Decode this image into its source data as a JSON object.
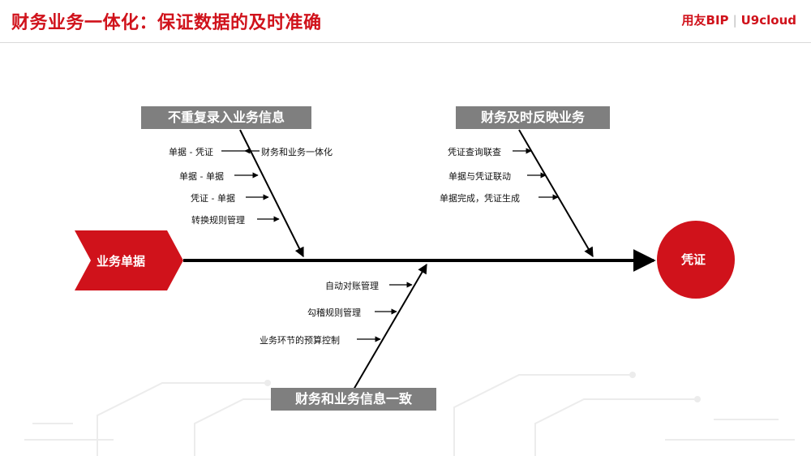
{
  "header": {
    "title": "财务业务一体化：保证数据的及时准确",
    "brand_left": "用友BIP",
    "brand_sep": "|",
    "brand_right": "U9cloud"
  },
  "diagram": {
    "start_label": "业务单据",
    "end_label": "凭证",
    "branch_top_left": {
      "title": "不重复录入业务信息",
      "items": [
        "单据 - 凭证",
        "单据 - 单据",
        "凭证 - 单据",
        "转换规则管理"
      ],
      "side_note": "财务和业务一体化"
    },
    "branch_top_right": {
      "title": "财务及时反映业务",
      "items": [
        "凭证查询联查",
        "单据与凭证联动",
        "单据完成，凭证生成"
      ]
    },
    "branch_bottom": {
      "title": "财务和业务信息一致",
      "items": [
        "自动对账管理",
        "勾稽规则管理",
        "业务环节的预算控制"
      ]
    },
    "colors": {
      "accent": "#d0121b",
      "box": "#7f7f7f",
      "spine": "#000000"
    }
  }
}
